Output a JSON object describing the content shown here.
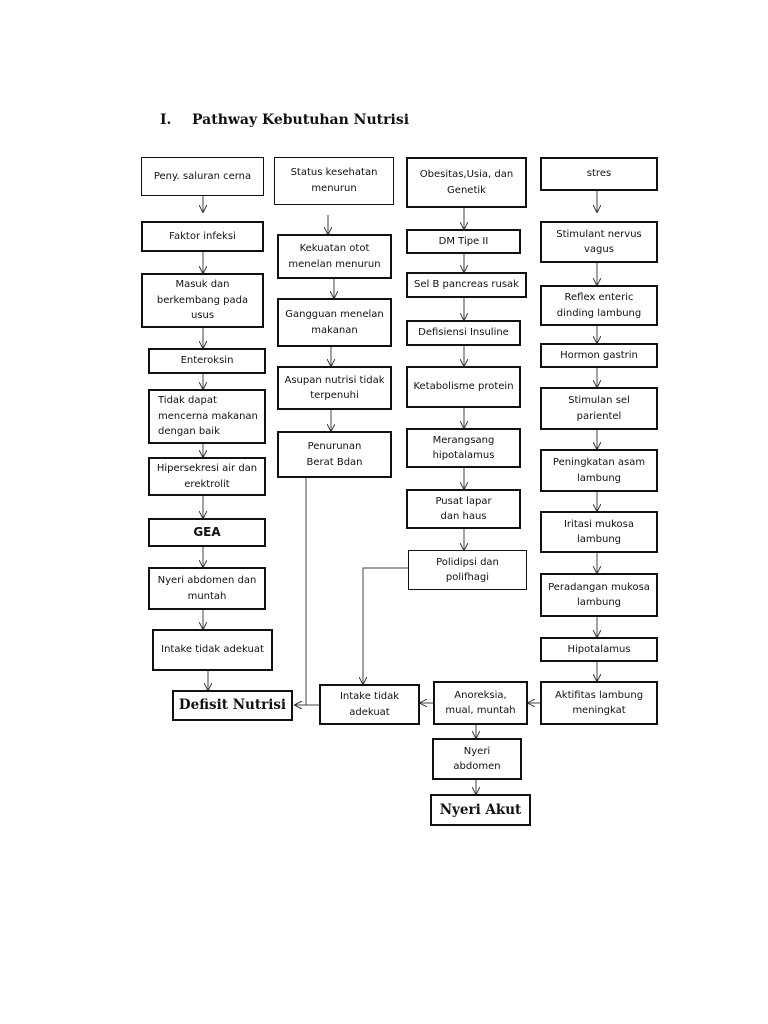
{
  "title": {
    "number": "I.",
    "text": "Pathway Kebutuhan Nutrisi"
  },
  "nodes": {
    "peny": "Peny. saluran cerna",
    "faktor": "Faktor infeksi",
    "masuk": "Masuk dan\nberkembang pada\nusus",
    "enteroksin": "Enteroksin",
    "tidak_dapat": "Tidak dapat\nmencerna makanan\ndengan baik",
    "hipersekresi": "Hipersekresi air dan\nerektrolit",
    "gea": "GEA",
    "nyeri_abdomen_muntah": "Nyeri abdomen   dan\nmuntah",
    "intake_kiri": "Intake tidak adekuat",
    "defisit": "Defisit Nutrisi",
    "status": "Status kesehatan\nmenurun",
    "kekuatan": "Kekuatan otot\nmenelan menurun",
    "gangguan": "Gangguan menelan\nmakanan",
    "asupan": "Asupan nutrisi tidak\nterpenuhi",
    "penurunan": "Penurunan\nBerat Bdan",
    "obesitas": "Obesitas,Usia, dan\nGenetik",
    "dm": "DM Tipe II",
    "selb": "Sel B pancreas rusak",
    "defisiensi": "Defisiensi Insuline",
    "ketabolisme": "Ketabolisme  protein",
    "merangsang": "Merangsang\nhipotalamus",
    "pusat": "Pusat lapar\ndan haus",
    "polidipsi": "Polidipsi dan\npolifhagi",
    "stres": "stres",
    "stimulant": "Stimulant nervus\nvagus",
    "reflex": "Reflex enteric\ndinding lambung",
    "hormon": "Hormon gastrin",
    "stimulan_sel": "Stimulan sel\nparientel",
    "peningkatan": "Peningkatan asam\nlambung",
    "iritasi": "Iritasi mukosa\nlambung",
    "peradangan": "Peradangan mukosa\nlambung",
    "hipotalamus": "Hipotalamus",
    "aktifitas": "Aktifitas lambung\nmeningkat",
    "anoreksia": "Anoreksia,\nmual, muntah",
    "intake_tengah": "Intake tidak\nadekuat",
    "nyeri_abdomen": "Nyeri\nabdomen",
    "nyeri_akut": "Nyeri Akut"
  },
  "edges": [
    [
      "peny",
      "faktor"
    ],
    [
      "faktor",
      "masuk"
    ],
    [
      "masuk",
      "enteroksin"
    ],
    [
      "enteroksin",
      "tidak_dapat"
    ],
    [
      "tidak_dapat",
      "hipersekresi"
    ],
    [
      "hipersekresi",
      "gea"
    ],
    [
      "gea",
      "nyeri_abdomen_muntah"
    ],
    [
      "nyeri_abdomen_muntah",
      "intake_kiri"
    ],
    [
      "intake_kiri",
      "defisit"
    ],
    [
      "status",
      "kekuatan"
    ],
    [
      "kekuatan",
      "gangguan"
    ],
    [
      "gangguan",
      "asupan"
    ],
    [
      "asupan",
      "penurunan"
    ],
    [
      "penurunan",
      "defisit"
    ],
    [
      "obesitas",
      "dm"
    ],
    [
      "dm",
      "selb"
    ],
    [
      "selb",
      "defisiensi"
    ],
    [
      "defisiensi",
      "ketabolisme"
    ],
    [
      "ketabolisme",
      "merangsang"
    ],
    [
      "merangsang",
      "pusat"
    ],
    [
      "pusat",
      "polidipsi"
    ],
    [
      "polidipsi",
      "intake_tengah"
    ],
    [
      "stres",
      "stimulant"
    ],
    [
      "stimulant",
      "reflex"
    ],
    [
      "reflex",
      "hormon"
    ],
    [
      "hormon",
      "stimulan_sel"
    ],
    [
      "stimulan_sel",
      "peningkatan"
    ],
    [
      "peningkatan",
      "iritasi"
    ],
    [
      "iritasi",
      "peradangan"
    ],
    [
      "peradangan",
      "hipotalamus"
    ],
    [
      "hipotalamus",
      "aktifitas"
    ],
    [
      "aktifitas",
      "anoreksia"
    ],
    [
      "anoreksia",
      "intake_tengah"
    ],
    [
      "anoreksia",
      "nyeri_abdomen"
    ],
    [
      "nyeri_abdomen",
      "nyeri_akut"
    ],
    [
      "intake_tengah",
      "defisit"
    ]
  ]
}
